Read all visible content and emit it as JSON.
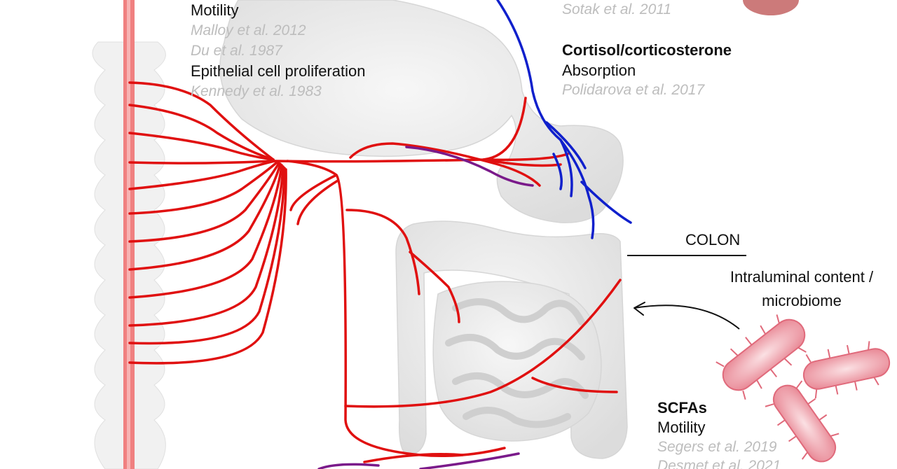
{
  "top_left": {
    "line1": "Motility",
    "cite1": "Malloy et al. 2012",
    "cite2": "Du et al. 1987",
    "line2": "Epithelial cell proliferation",
    "cite3": "Kennedy et al. 1983"
  },
  "top_right": {
    "cite_top": "Sotak et al. 2011",
    "heading": "Cortisol/corticosterone",
    "line1": "Absorption",
    "cite1": "Polidarova et al. 2017"
  },
  "colon_label": "COLON",
  "intraluminal": {
    "line1": "Intraluminal content /",
    "line2": "microbiome"
  },
  "scfa": {
    "heading": "SCFAs",
    "line1": "Motility",
    "cite1": "Segers et al. 2019",
    "cite2": "Desmet et al. 2021"
  },
  "colors": {
    "sympathetic": "#e01010",
    "vagal": "#1020cc",
    "purple": "#7a1a8a",
    "organ": "#ececec",
    "bacteria": "#e88a96"
  }
}
